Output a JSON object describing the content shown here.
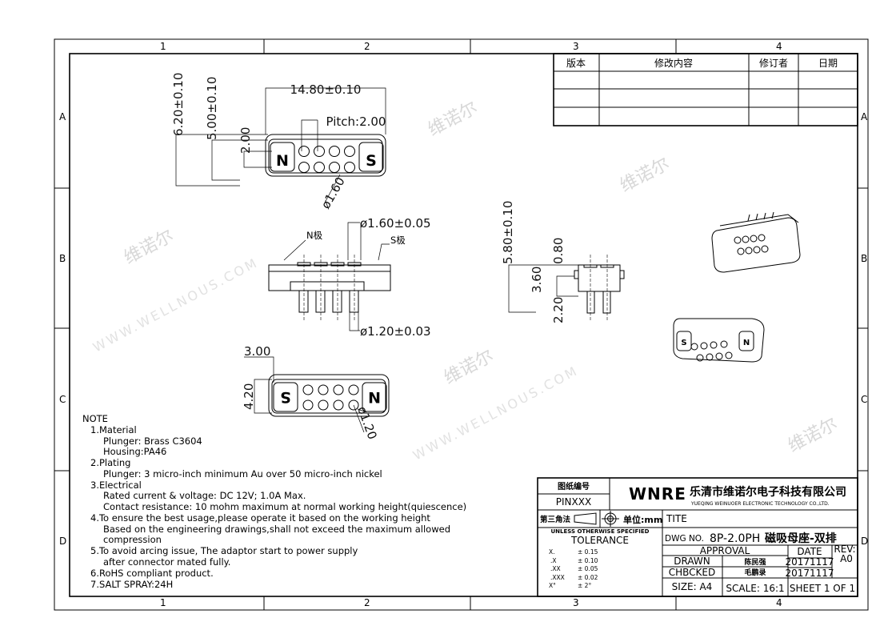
{
  "frame": {
    "columns": [
      "1",
      "2",
      "3",
      "4"
    ],
    "rows": [
      "A",
      "B",
      "C",
      "D"
    ]
  },
  "watermark": {
    "cn": "维诺尔",
    "en": "WWW.WELLNOUS.COM"
  },
  "revision_table": {
    "headers": [
      "版本",
      "修改内容",
      "修订者",
      "日期"
    ],
    "rows": [
      [
        "",
        "",
        "",
        ""
      ],
      [
        "",
        "",
        "",
        ""
      ],
      [
        "",
        "",
        "",
        ""
      ]
    ]
  },
  "views": {
    "front": {
      "dim_width": "14.80±0.10",
      "dim_pitch": "Pitch:2.00",
      "dim_height_outer": "6.20±0.10",
      "dim_height_inner": "5.00±0.10",
      "dim_row_pitch": "2.00",
      "dim_hole": "ø1.60",
      "label_n": "N",
      "label_s": "S"
    },
    "side": {
      "dim_plunger": "ø1.60±0.05",
      "dim_pin": "ø1.20±0.03",
      "label_n_pole": "N极",
      "label_s_pole": "S极"
    },
    "end": {
      "dim_total": "5.80±0.10",
      "dim_top": "0.80",
      "dim_body": "3.60",
      "dim_pin": "2.20"
    },
    "bottom": {
      "dim_pad": "3.00",
      "dim_height": "4.20",
      "dim_hole": "ø1.20",
      "label_s": "S",
      "label_n": "N"
    }
  },
  "notes": {
    "title": "NOTE",
    "lines": [
      "1.Material",
      "Plunger: Brass C3604",
      "Housing:PA46",
      "2.Plating",
      "Plunger: 3 micro-inch minimum Au over 50 micro-inch nickel",
      "3.Electrical",
      "Rated current & voltage: DC 12V; 1.0A Max.",
      "Contact resistance: 10 mohm maximum at normal working height(quiescence)",
      "4.To ensure the best usage,please operate it based on the working height",
      "Based on the engineering drawings,shall not exceed the maximum allowed",
      "compression",
      "5.To avoid arcing issue, The adaptor start to power supply",
      "after connector mated fully.",
      "6.RoHS compliant product.",
      "7.SALT SPRAY:24H"
    ]
  },
  "title_block": {
    "drawing_number_label": "图纸编号",
    "drawing_number": "PINXXX",
    "logo": "WNRE",
    "company_cn": "乐清市维诺尔电子科技有限公司",
    "company_en": "YUEQING WEINUOER ELECTRONIC TECHNOLOGY CO.,LTD.",
    "projection_label": "第三角法",
    "unit_label": "单位:mm",
    "title_label": "TITE",
    "tolerance_header": "UNLESS OTHERWISE SPECIFIED",
    "tolerance_title": "TOLERANCE",
    "tolerances": [
      {
        "fmt": "X.",
        "val": "± 0.15"
      },
      {
        "fmt": ".X",
        "val": "± 0.10"
      },
      {
        "fmt": ".XX",
        "val": "± 0.05"
      },
      {
        "fmt": ".XXX",
        "val": "± 0.02"
      },
      {
        "fmt": "X°",
        "val": "± 2°"
      }
    ],
    "dwg_no_label": "DWG NO.",
    "dwg_no": "8P-2.0PH",
    "dwg_name": "磁吸母座-双排",
    "approval": "APPROVAL",
    "date_label": "DATE",
    "rev_label": "REV:",
    "rev": "A0",
    "drawn_label": "DRAWN",
    "drawn_by": "陈民强",
    "drawn_date": "20171117",
    "checked_label": "CHBCKED",
    "checked_by": "毛鹏录",
    "checked_date": "20171117",
    "size": "SIZE: A4",
    "scale": "SCALE: 16:1",
    "sheet": "SHEET 1 OF 1"
  }
}
